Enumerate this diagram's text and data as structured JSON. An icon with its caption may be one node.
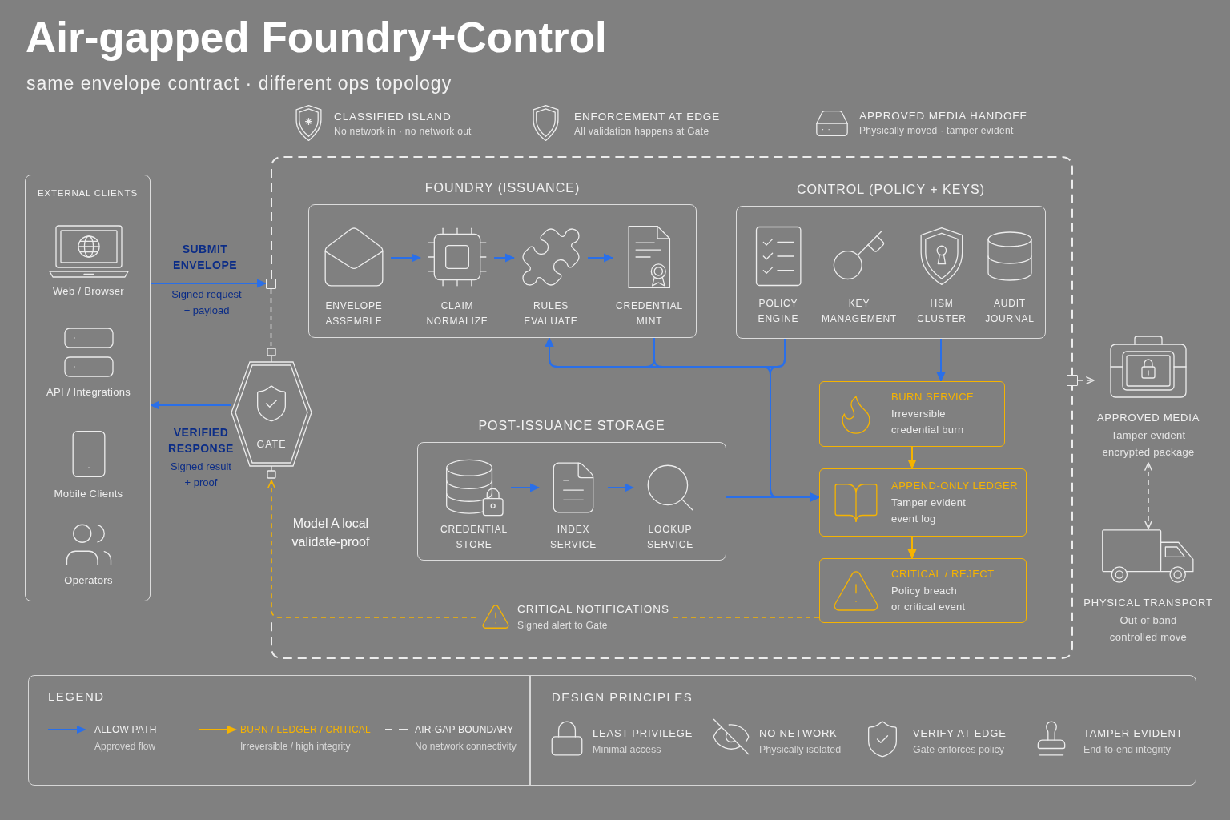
{
  "diagram": {
    "title": "Air-gapped Foundry+Control",
    "nodes": [
      {
        "text": [
          "EXTERNAL CLIENTS"
        ]
      },
      {
        "text": [
          "Web / Browser"
        ],
        "in": 0
      },
      {
        "text": [
          "API / Integrations"
        ],
        "in": 0
      },
      {
        "text": [
          "Mobile Clients"
        ],
        "in": 0
      },
      {
        "text": [
          "Operators"
        ],
        "in": 0
      },
      {
        "text": [],
        "shape": "box"
      },
      {
        "text": [
          "FOUNDRY (ISSUANCE)"
        ],
        "in": 5
      },
      {
        "text": [
          "ENVELOPE ASSEMBLE"
        ],
        "in": 6
      },
      {
        "text": [
          "CLAIM NORMALIZE"
        ],
        "in": 6
      },
      {
        "text": [
          "RULES EVALUATE"
        ],
        "in": 6
      },
      {
        "text": [
          "CREDENTIAL MINT"
        ],
        "in": 6
      },
      {
        "text": [
          "CONTROL (POLICY + KEYS)"
        ],
        "in": 5
      },
      {
        "text": [
          "POLICY ENGINE"
        ],
        "in": 11
      },
      {
        "text": [
          "KEY MANAGEMENT"
        ],
        "in": 11
      },
      {
        "text": [
          "HSM CLUSTER"
        ],
        "in": 11
      },
      {
        "text": [
          "AUDIT JOURNAL"
        ],
        "in": 11
      },
      {
        "text": [],
        "shape": "box"
      },
      {
        "text": [
          "GATE"
        ]
      },
      {
        "text": [
          "POST-ISSUANCE STORAGE"
        ],
        "in": 5
      },
      {
        "text": [
          "CREDENTIAL STORE"
        ],
        "in": 18
      },
      {
        "text": [
          "INDEX SERVICE"
        ],
        "in": 18
      },
      {
        "text": [
          "LOOKUP SERVICE"
        ],
        "in": 18
      },
      {
        "text": [
          "BURN SERVICE",
          "Irreversible credential burn"
        ],
        "in": 5
      },
      {
        "text": [
          "APPEND-ONLY LEDGER",
          "Tamper evident event log"
        ],
        "in": 5
      },
      {
        "text": [
          "CRITICAL / REJECT",
          "Policy breach or critical event"
        ],
        "in": 5
      },
      {
        "text": [],
        "shape": "box"
      },
      {
        "text": [
          "APPROVED MEDIA",
          "Tamper evident encrypted package"
        ]
      },
      {
        "text": [
          "PHYSICAL TRANSPORT",
          "Out of band controlled move"
        ]
      }
    ],
    "edges": [
      {
        "from": 0,
        "to": 16,
        "arrow": "to",
        "label": "SUBMIT ENVELOPE"
      },
      {
        "from": 16,
        "to": 17,
        "arrow": "none",
        "style": "dashed",
        "color": "#e6e6e6"
      },
      {
        "from": 17,
        "to": 0,
        "arrow": "to",
        "label": "VERIFIED RESPONSE"
      },
      {
        "from": 7,
        "to": 8,
        "arrow": "to"
      },
      {
        "from": 8,
        "to": 9,
        "arrow": "to"
      },
      {
        "from": 9,
        "to": 10,
        "arrow": "to"
      },
      {
        "from": 10,
        "to": 9,
        "arrow": "to"
      },
      {
        "from": 12,
        "to": 9,
        "arrow": "to"
      },
      {
        "from": 10,
        "to": 23,
        "arrow": "to"
      },
      {
        "from": 12,
        "to": 23,
        "arrow": "to"
      },
      {
        "from": 18,
        "to": 23,
        "arrow": "to"
      },
      {
        "from": 19,
        "to": 20,
        "arrow": "to"
      },
      {
        "from": 20,
        "to": 21,
        "arrow": "to"
      },
      {
        "from": 14,
        "to": 22,
        "arrow": "to"
      },
      {
        "from": 22,
        "to": 23,
        "arrow": "to",
        "color": "#f5b301"
      },
      {
        "from": 23,
        "to": 24,
        "arrow": "to",
        "color": "#f5b301"
      },
      {
        "from": 24,
        "to": 17,
        "arrow": "to",
        "label": "CRITICAL NOTIFICATIONS",
        "style": "dashed",
        "color": "#f5b301"
      },
      {
        "from": 25,
        "to": 26,
        "arrow": "to",
        "style": "dashed",
        "color": "#e6e6e6"
      },
      {
        "from": 26,
        "to": 27,
        "arrow": "both",
        "style": "dashed",
        "color": "#e6e6e6"
      }
    ],
    "labels": [
      "same envelope contract · different ops topology",
      "CLASSIFIED ISLAND",
      "No network in · no network out",
      "ENFORCEMENT AT EDGE",
      "All validation happens at Gate",
      "APPROVED MEDIA HANDOFF",
      "Physically moved · tamper evident",
      "Signed request + payload",
      "Signed result + proof",
      "Model A local validate-proof",
      "Signed alert to Gate",
      "LEGEND",
      "Approved flow",
      "Irreversible / high integrity",
      "No network connectivity",
      "DESIGN PRINCIPLES",
      "LEAST PRIVILEGE",
      "Minimal access",
      "NO NETWORK",
      "Physically isolated",
      "VERIFY AT EDGE",
      "Gate enforces policy",
      "TAMPER EVIDENT",
      "End-to-end integrity"
    ],
    "legend": [
      {
        "text": "ALLOW PATH",
        "color": "#2a6fe8"
      },
      {
        "text": "BURN / LEDGER / CRITICAL",
        "color": "#f5b301"
      },
      {
        "text": "AIR-GAP BOUNDARY"
      }
    ]
  }
}
